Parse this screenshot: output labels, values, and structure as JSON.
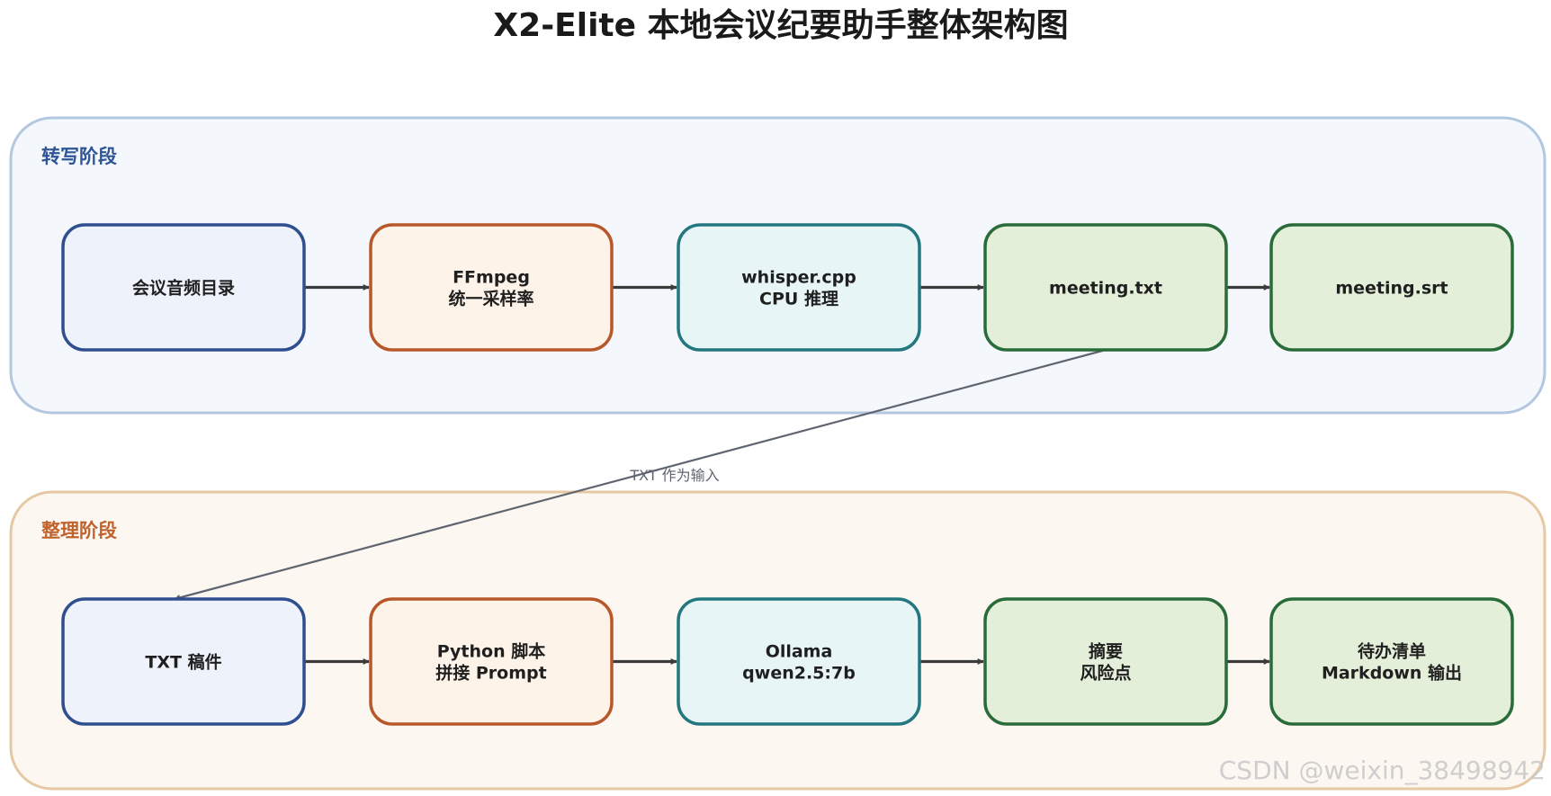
{
  "title": "X2-Elite 本地会议纪要助手整体架构图",
  "stages": [
    {
      "id": "transcribe",
      "label": "转写阶段",
      "label_color": "#2f5597",
      "fill": "#f4f7fc",
      "stroke": "#b4c7e1"
    },
    {
      "id": "organize",
      "label": "整理阶段",
      "label_color": "#c0622c",
      "fill": "#fdf7f2",
      "stroke": "#e6c9a3"
    }
  ],
  "nodes": [
    {
      "id": "audio_dir",
      "stage": 0,
      "col": 0,
      "lines": [
        "会议音频目录"
      ],
      "theme": "blue"
    },
    {
      "id": "ffmpeg",
      "stage": 0,
      "col": 1,
      "lines": [
        "FFmpeg",
        "统一采样率"
      ],
      "theme": "orange"
    },
    {
      "id": "whisper",
      "stage": 0,
      "col": 2,
      "lines": [
        "whisper.cpp",
        "CPU 推理"
      ],
      "theme": "teal"
    },
    {
      "id": "meeting_txt",
      "stage": 0,
      "col": 3,
      "lines": [
        "meeting.txt"
      ],
      "theme": "green"
    },
    {
      "id": "meeting_srt",
      "stage": 0,
      "col": 4,
      "lines": [
        "meeting.srt"
      ],
      "theme": "green"
    },
    {
      "id": "txt_draft",
      "stage": 1,
      "col": 0,
      "lines": [
        "TXT 稿件"
      ],
      "theme": "blue"
    },
    {
      "id": "python_prompt",
      "stage": 1,
      "col": 1,
      "lines": [
        "Python 脚本",
        "拼接 Prompt"
      ],
      "theme": "orange"
    },
    {
      "id": "ollama",
      "stage": 1,
      "col": 2,
      "lines": [
        "Ollama",
        "qwen2.5:7b"
      ],
      "theme": "teal"
    },
    {
      "id": "summary_risk",
      "stage": 1,
      "col": 3,
      "lines": [
        "摘要",
        "风险点"
      ],
      "theme": "green"
    },
    {
      "id": "todo_md",
      "stage": 1,
      "col": 4,
      "lines": [
        "待办清单",
        "Markdown 输出"
      ],
      "theme": "green"
    }
  ],
  "edges": [
    {
      "from": "audio_dir",
      "to": "ffmpeg"
    },
    {
      "from": "ffmpeg",
      "to": "whisper"
    },
    {
      "from": "whisper",
      "to": "meeting_txt"
    },
    {
      "from": "meeting_txt",
      "to": "meeting_srt"
    },
    {
      "from": "meeting_txt",
      "to": "txt_draft",
      "label": "TXT 作为输入",
      "style": "cross"
    },
    {
      "from": "txt_draft",
      "to": "python_prompt"
    },
    {
      "from": "python_prompt",
      "to": "ollama"
    },
    {
      "from": "ollama",
      "to": "summary_risk"
    },
    {
      "from": "summary_risk",
      "to": "todo_md"
    }
  ],
  "themes": {
    "blue": {
      "fill": "#edf2fb",
      "stroke": "#2f4f8f"
    },
    "orange": {
      "fill": "#fef3e8",
      "stroke": "#b8582a"
    },
    "teal": {
      "fill": "#e8f5f7",
      "stroke": "#23777f"
    },
    "green": {
      "fill": "#e3efd9",
      "stroke": "#2a6b3a"
    }
  },
  "colors": {
    "arrow": "#3b3b3b",
    "cross_arrow": "#5f6570"
  },
  "watermark": "CSDN @weixin_38498942"
}
